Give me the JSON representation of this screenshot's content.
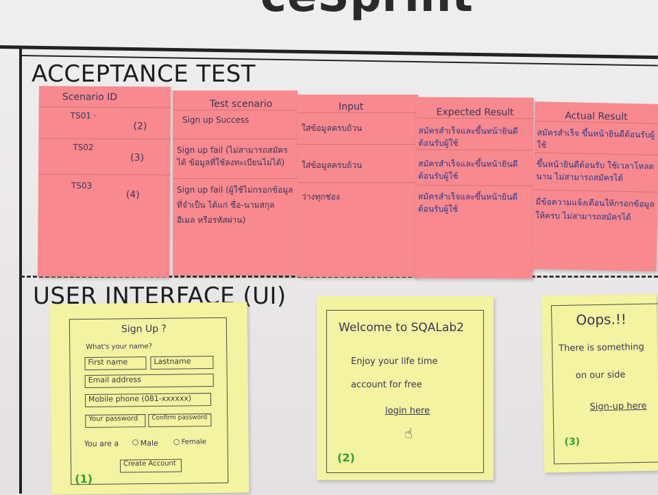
{
  "top_title": "ceSprint",
  "acceptance": {
    "heading": "ACCEPTANCE TEST",
    "columns": [
      {
        "header": "Scenario ID",
        "cells": [
          "TS01 ·",
          "TS02",
          "TS03"
        ],
        "nums": [
          "(2)",
          "(3)",
          "(4)"
        ]
      },
      {
        "header": "Test scenario",
        "cells": [
          "Sign up Success",
          "Sign up fail (ไม่สามารถสมัครได้ ข้อมูลที่ใช้ลงทะเบียนไม่ได้)",
          "Sign up fail (ผู้ใช้ไม่กรอกข้อมูลที่จำเป็น ได้แก่ ชื่อ-นามสกุล อีเมล หรือรหัสผ่าน)"
        ]
      },
      {
        "header": "Input",
        "cells": [
          "ใส่ข้อมูลครบถ้วน",
          "ใส่ข้อมูลครบถ้วน",
          "ว่างทุกช่อง"
        ]
      },
      {
        "header": "Expected Result",
        "cells": [
          "สมัครสำเร็จและขึ้นหน้ายินดีต้อนรับผู้ใช้",
          "สมัครสำเร็จและขึ้นหน้ายินดีต้อนรับผู้ใช้",
          "สมัครสำเร็จและขึ้นหน้ายินดีต้อนรับผู้ใช้"
        ]
      },
      {
        "header": "Actual Result",
        "cells": [
          "สมัครสำเร็จ ขึ้นหน้ายินดีต้อนรับผู้ใช้",
          "ขึ้นหน้ายินดีต้อนรับ ใช้เวลาโหลดนาน ไม่สามารถสมัครได้",
          "มีข้อความแจ้งเตือนให้กรอกข้อมูลให้ครบ ไม่สามารถสมัครได้"
        ]
      }
    ]
  },
  "ui": {
    "heading": "USER INTERFACE (UI)",
    "signup": {
      "title": "Sign Up ?",
      "question": "What's your name?",
      "first_name": "First name",
      "last_name": "Lastname",
      "email": "Email address",
      "mobile": "Mobile phone (081-xxxxxx)",
      "password": "Your password",
      "confirm": "Confirm password",
      "gender_prefix": "You are a",
      "male": "Male",
      "female": "Female",
      "create": "Create Account",
      "num": "(1)"
    },
    "welcome": {
      "title": "Welcome to SQALab2",
      "line1": "Enjoy your life time",
      "line2": "account for free",
      "login": "login here",
      "num": "(2)"
    },
    "oops": {
      "title": "Oops.!!",
      "line1": "There is something",
      "line2": "on our side",
      "signup": "Sign-up here",
      "num": "(3)"
    }
  },
  "colors": {
    "pink_note": "#f7898f",
    "yellow_note": "#f3f3a1",
    "ink": "#3a3556",
    "green": "#2f9e3a"
  }
}
